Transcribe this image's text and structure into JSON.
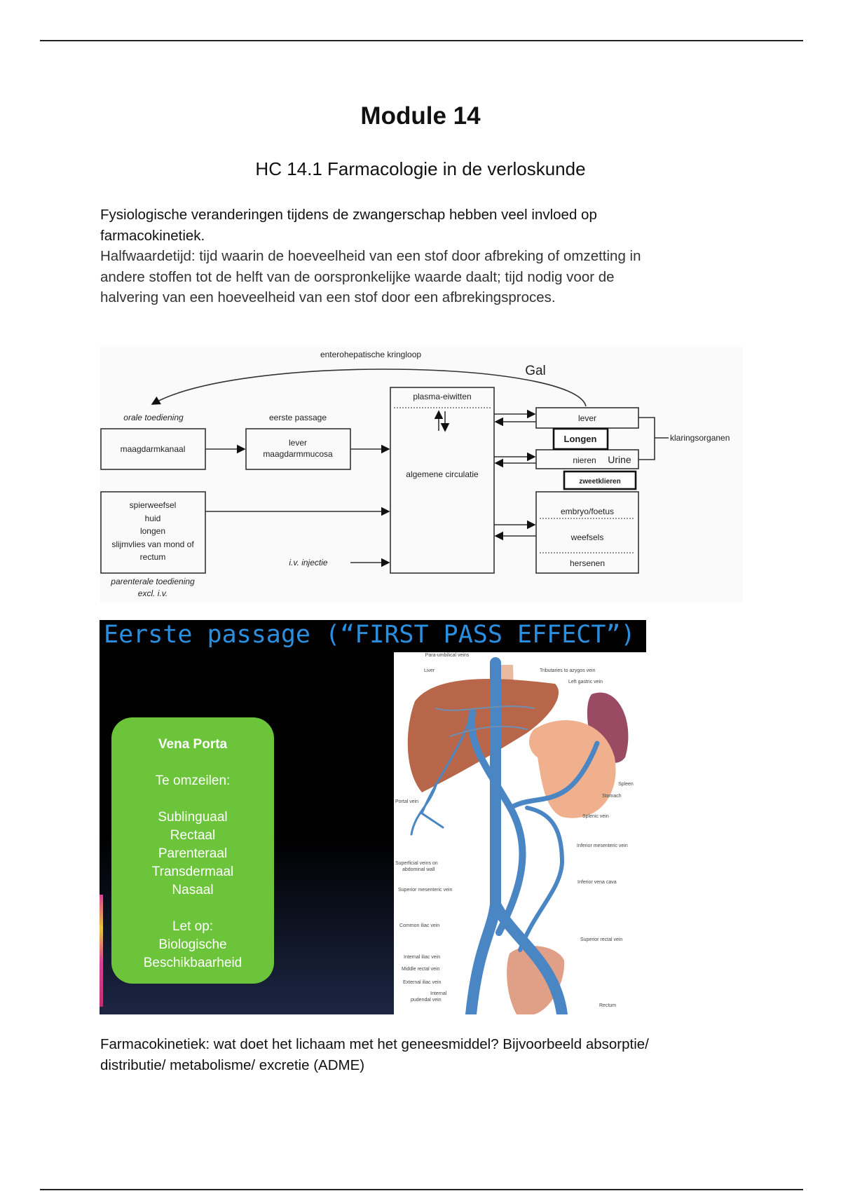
{
  "page": {
    "title": "Module 14",
    "subtitle": "HC 14.1 Farmacologie in de verloskunde",
    "intro_lines": [
      "Fysiologische veranderingen tijdens de zwangerschap hebben veel invloed op",
      "farmacokinetiek."
    ],
    "halfwaarde_lines": [
      "Halfwaardetijd: tijd waarin de hoeveelheid van een stof door afbreking of omzetting in",
      "andere stoffen tot de helft van de oorspronkelijke waarde daalt; tijd nodig voor de",
      "halvering van een hoeveelheid van een stof door een afbrekingsproces."
    ],
    "closing_lines": [
      "Farmacokinetiek: wat doet het lichaam met het geneesmiddel? Bijvoorbeeld absorptie/",
      "distributie/ metabolisme/ excretie (ADME)"
    ]
  },
  "diagram": {
    "cycle": "enterohepatische kringloop",
    "gal": "Gal",
    "oral": "orale toediening",
    "first_pass": "eerste passage",
    "gi_tract": "maagdarmkanaal",
    "liver_mucosa": [
      "lever",
      "maagdarmmucosa"
    ],
    "plasma": "plasma-eiwitten",
    "circulation": "algemene circulatie",
    "lever": "lever",
    "longen": "Longen",
    "nieren": "nieren",
    "urine": "Urine",
    "zweetklieren": "zweetklieren",
    "clearance": "klaringsorganen",
    "tissues": [
      "embryo/foetus",
      "weefsels",
      "hersenen"
    ],
    "parenteral_sites": [
      "spierweefsel",
      "huid",
      "longen",
      "slijmvlies van mond of",
      "rectum"
    ],
    "parenteral": [
      "parenterale toediening",
      "excl. i.v."
    ],
    "iv": "i.v. injectie"
  },
  "slide": {
    "title": "Eerste passage (“FIRST PASS EFFECT”)",
    "box": [
      "Vena Porta",
      "",
      "Te omzeilen:",
      "",
      "Sublinguaal",
      "Rectaal",
      "Parenteraal",
      "Transdermaal",
      "Nasaal",
      "",
      "Let op:",
      "Biologische",
      "Beschikbaarheid"
    ],
    "labels": {
      "para_umbilical": "Para-umbilical veins",
      "liver": "Liver",
      "azygos": "Tributaries to azygos vein",
      "left_gastric": "Left gastric vein",
      "spleen": "Spleen",
      "stomach": "Stomach",
      "portal": "Portal vein",
      "splenic": "Splenic vein",
      "inf_mesenteric": "Inferior mesenteric vein",
      "superficial_1": "Superficial veins on",
      "superficial_2": "abdominal wall",
      "sup_mesenteric": "Superior mesenteric vein",
      "ivc": "Inferior vena cava",
      "common_iliac": "Common iliac vein",
      "sup_rectal": "Superior rectal vein",
      "int_iliac": "Internal iliac vein",
      "mid_rectal": "Middle rectal vein",
      "ext_iliac": "External iliac vein",
      "pudendal_1": "Internal",
      "pudendal_2": "pudendal vein",
      "rectum": "Rectum"
    }
  }
}
